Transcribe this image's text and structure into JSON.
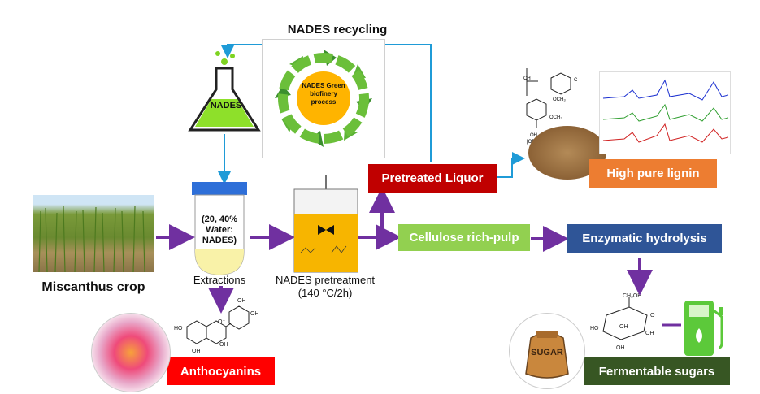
{
  "title": "NADES recycling",
  "cycle_label": "NADES Green biofinery process",
  "flask_label": "NADES",
  "tube_label": "(20, 40% Water: NADES)",
  "labels": {
    "crop": "Miscanthus crop",
    "extractions": "Extractions",
    "pretreatment_line1": "NADES pretreatment",
    "pretreatment_line2": "(140 °C/2h)"
  },
  "boxes": {
    "pretreated_liquor": "Pretreated Liquor",
    "high_pure_lignin": "High pure lignin",
    "cellulose_pulp": "Cellulose rich-pulp",
    "enzymatic_hydrolysis": "Enzymatic hydrolysis",
    "anthocyanins": "Anthocyanins",
    "fermentable_sugars": "Fermentable sugars"
  },
  "sack_label": "SUGAR",
  "colors": {
    "purple_arrow": "#7030a0",
    "blue_arrow": "#1f9bd7",
    "dark_red": "#c00000",
    "orange": "#ed7d31",
    "light_green": "#92d050",
    "navy": "#2f5597",
    "red": "#ff0000",
    "dark_green": "#375623"
  }
}
